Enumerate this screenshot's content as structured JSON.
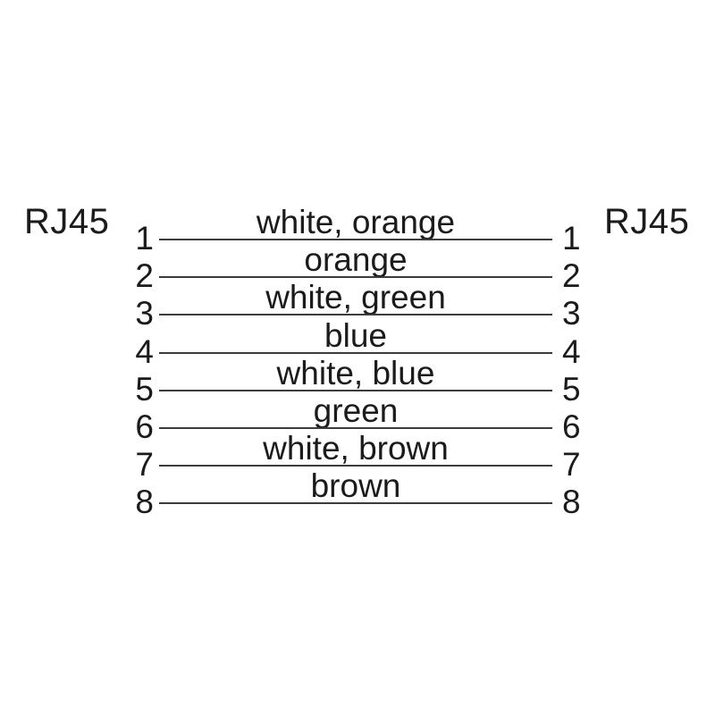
{
  "diagram": {
    "type": "pinout-wiring-diagram",
    "left_connector_label": "RJ45",
    "right_connector_label": "RJ45",
    "wires": [
      {
        "left_pin": "1",
        "right_pin": "1",
        "color_label": "white, orange"
      },
      {
        "left_pin": "2",
        "right_pin": "2",
        "color_label": "orange"
      },
      {
        "left_pin": "3",
        "right_pin": "3",
        "color_label": "white, green"
      },
      {
        "left_pin": "4",
        "right_pin": "4",
        "color_label": "blue"
      },
      {
        "left_pin": "5",
        "right_pin": "5",
        "color_label": "white, blue"
      },
      {
        "left_pin": "6",
        "right_pin": "6",
        "color_label": "green"
      },
      {
        "left_pin": "7",
        "right_pin": "7",
        "color_label": "white, brown"
      },
      {
        "left_pin": "8",
        "right_pin": "8",
        "color_label": "brown"
      }
    ]
  },
  "colors": {
    "background": "#ffffff",
    "text": "#1b1b1b",
    "wire_line": "#3c3c3c"
  }
}
